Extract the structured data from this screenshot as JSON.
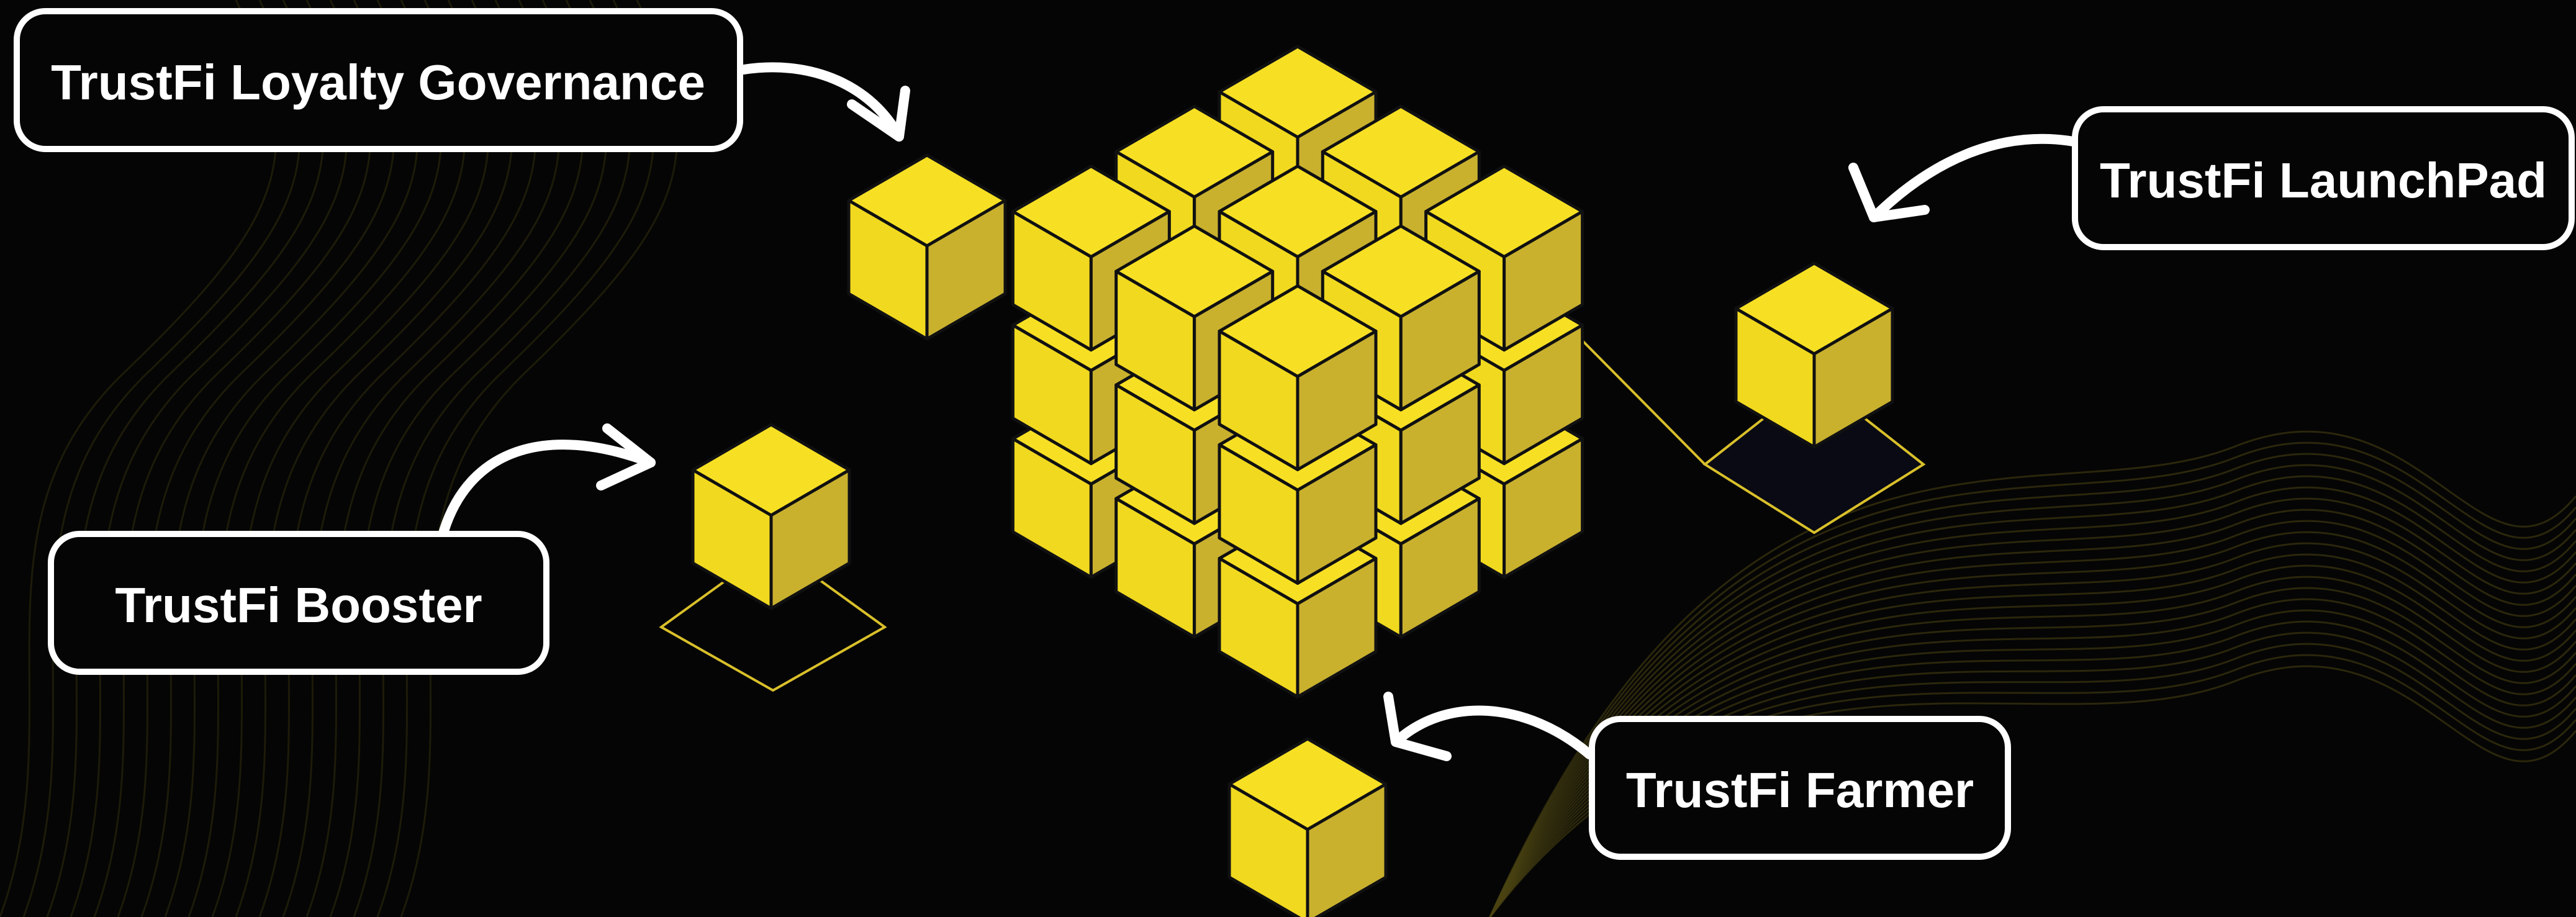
{
  "colors": {
    "background": "#050505",
    "cube_top": "#f7e024",
    "cube_left": "#f1d91f",
    "cube_right": "#c9b12e",
    "cube_edge": "#111111",
    "plate_outline": "#d9c02a",
    "arrow": "#ffffff",
    "label_border": "#ffffff",
    "label_text": "#ffffff",
    "wave_lines": "#4a4412"
  },
  "labels": {
    "governance": "TrustFi Loyalty Governance",
    "launchpad": "TrustFi LaunchPad",
    "booster": "TrustFi Booster",
    "farmer": "TrustFi Farmer"
  },
  "icons": {
    "center": "cube-cluster-icon",
    "governance": "cube-icon",
    "launchpad": "cube-icon",
    "booster": "cube-icon",
    "farmer": "cube-icon",
    "arrows": "curved-arrow-icon"
  }
}
